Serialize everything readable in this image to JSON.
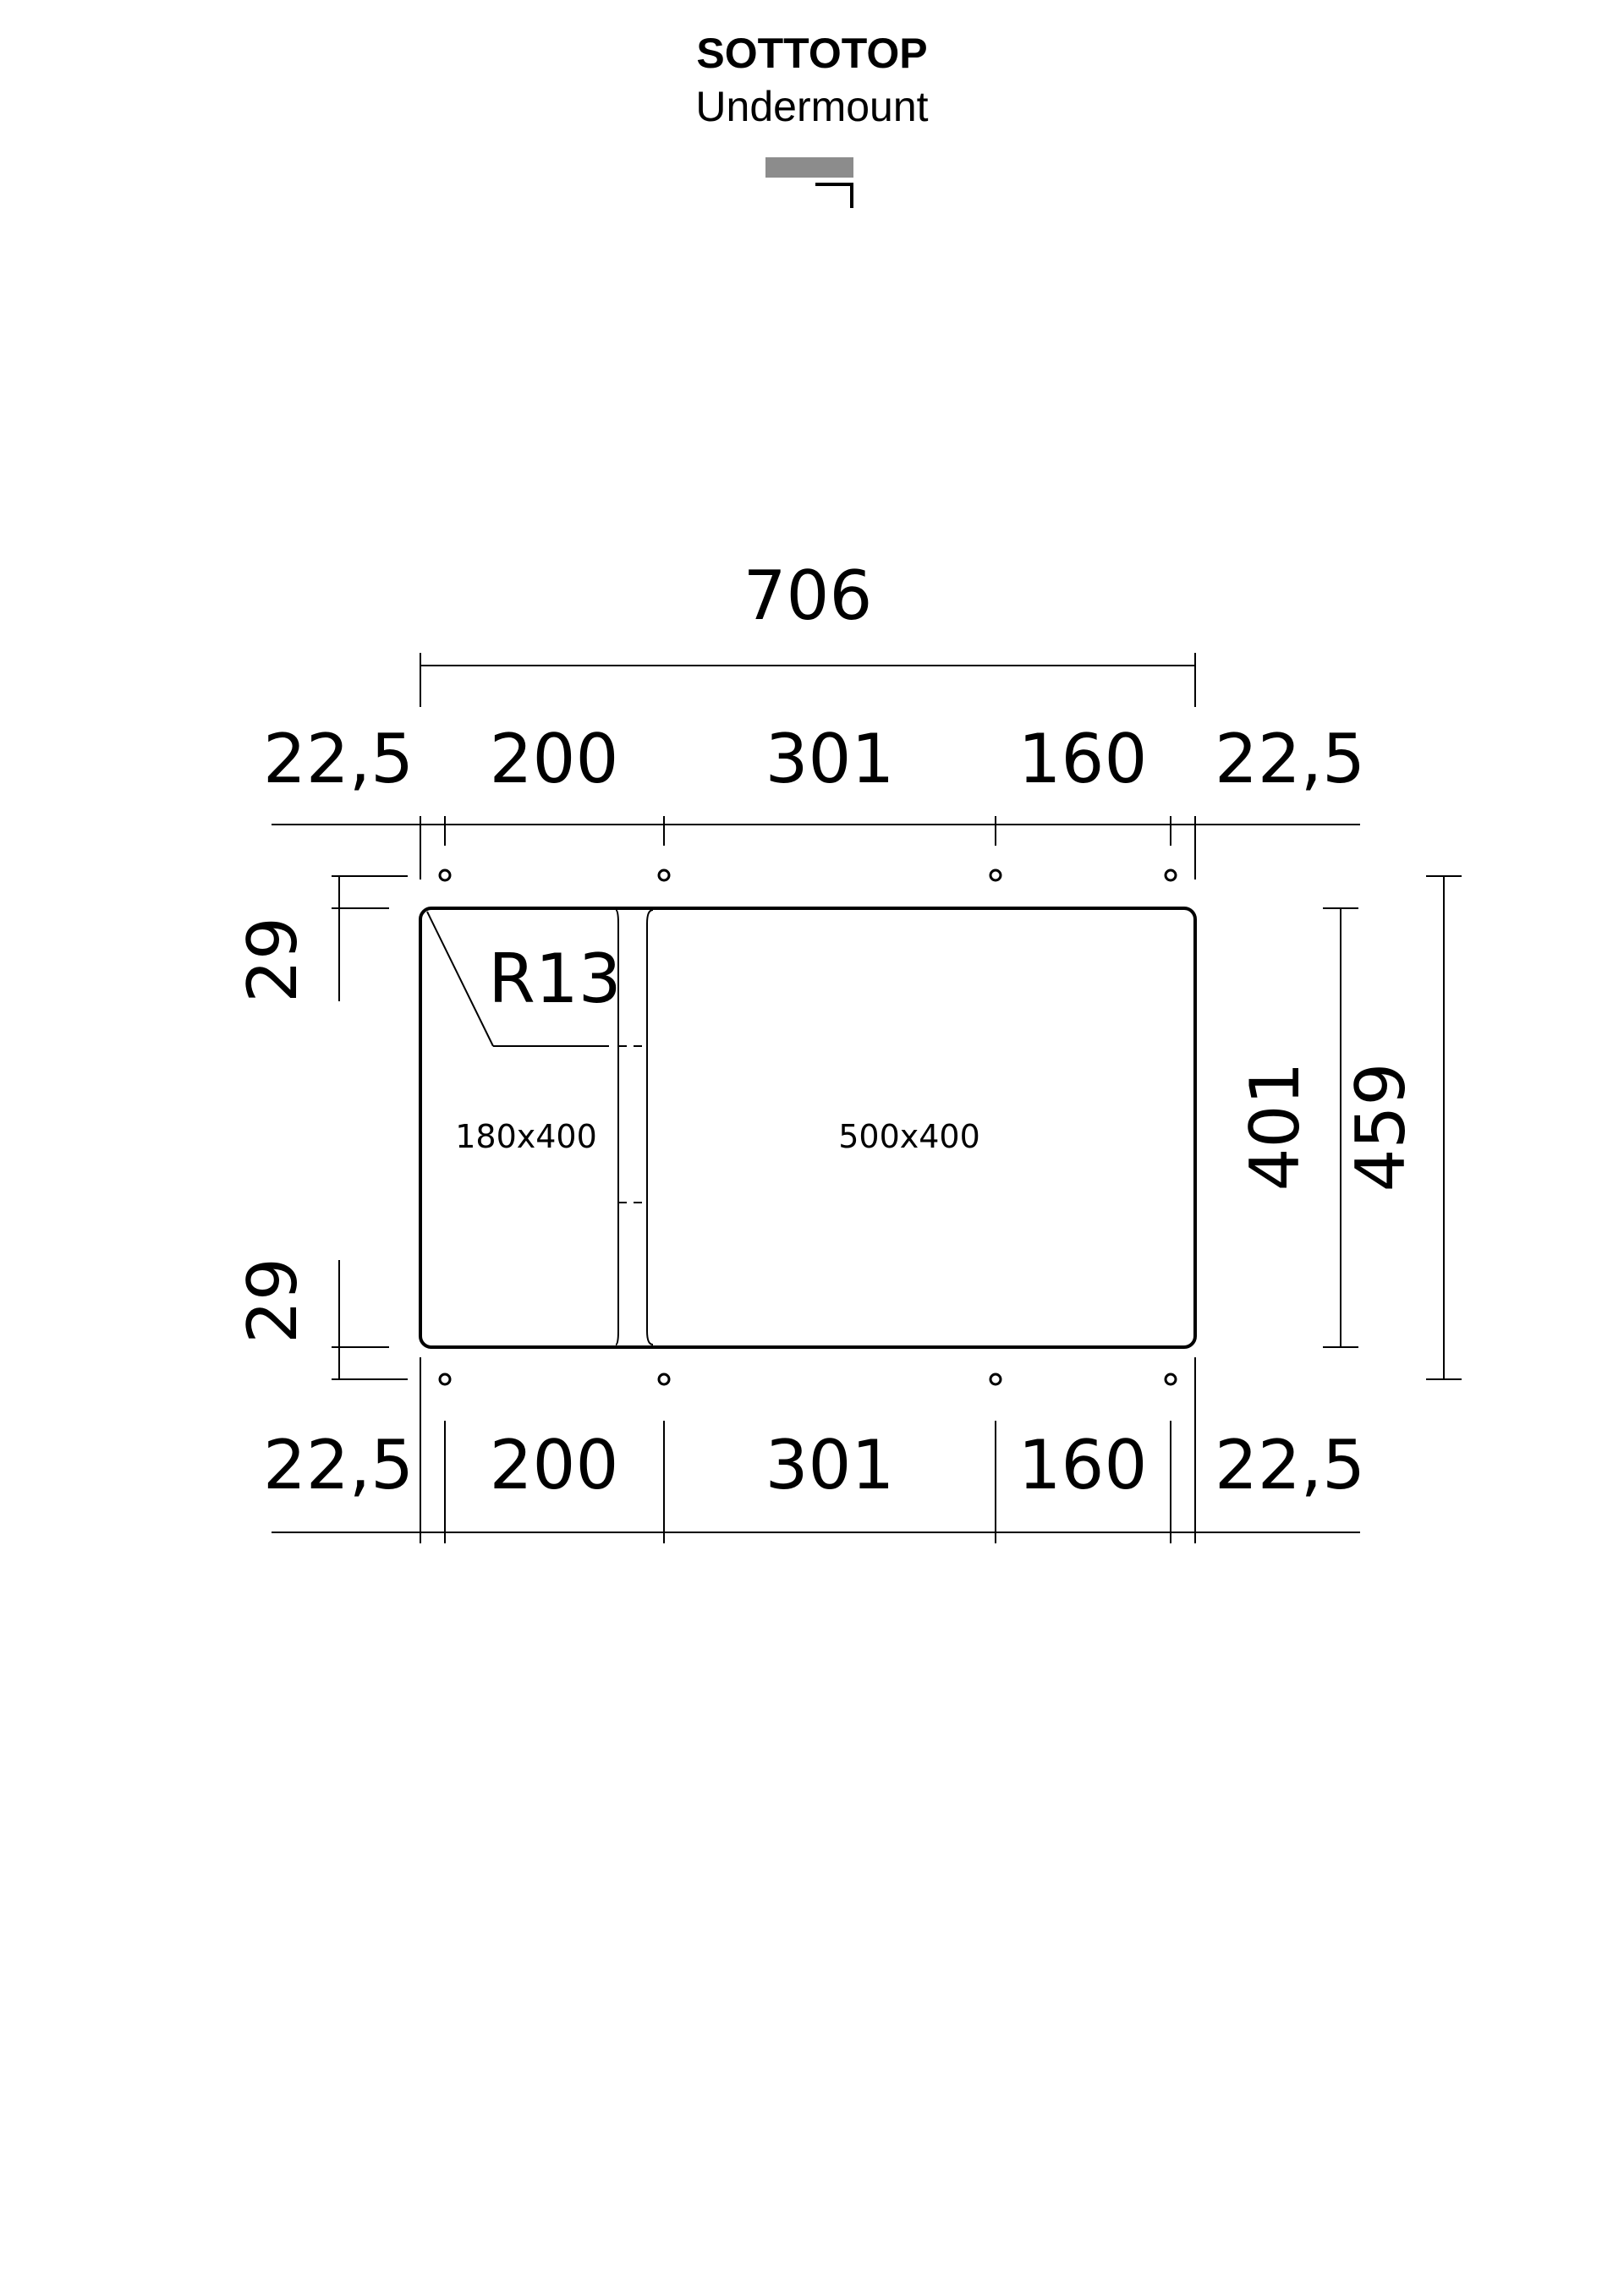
{
  "header": {
    "title": "SOTTOTOP",
    "subtitle": "Undermount",
    "mount_icon": "undermount-profile-icon",
    "icon_color": "#8c8c8c"
  },
  "dimensions": {
    "overall_width": "706",
    "top_segments": [
      "22,5",
      "200",
      "301",
      "160",
      "22,5"
    ],
    "bottom_segments": [
      "22,5",
      "200",
      "301",
      "160",
      "22,5"
    ],
    "left_top_offset": "29",
    "left_bottom_offset": "29",
    "inner_height": "401",
    "outer_height": "459",
    "corner_radius": "R13"
  },
  "bowls": {
    "small": "180x400",
    "large": "500x400"
  }
}
